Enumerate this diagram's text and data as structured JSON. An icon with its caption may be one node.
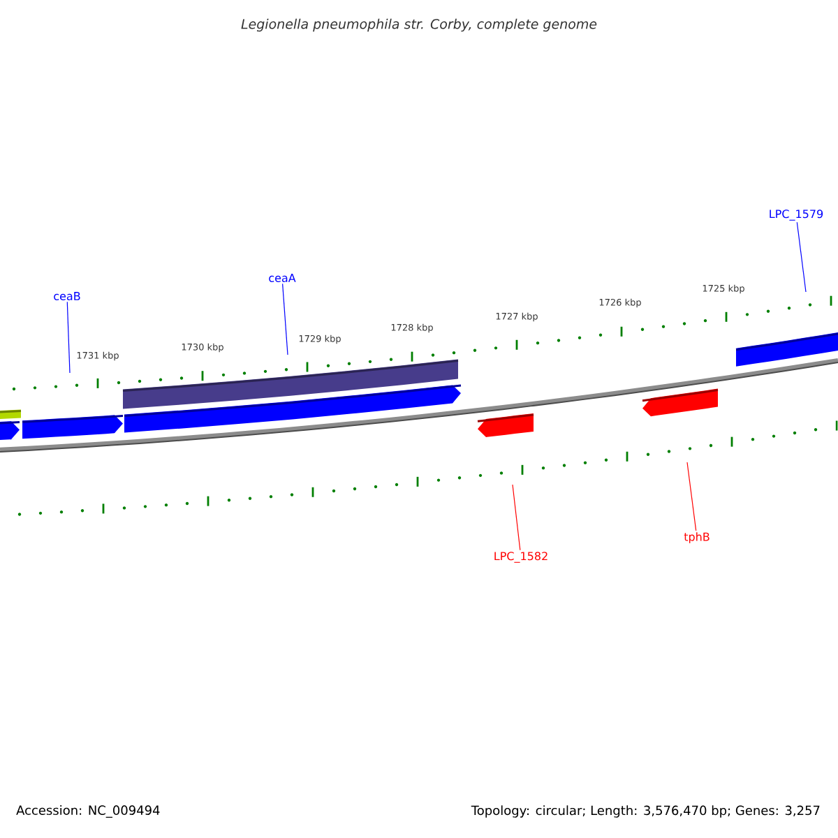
{
  "diagram": {
    "title": "Legionella pneumophila str. Corby, complete genome",
    "nodes": [
      {
        "text": [
          "ceaB"
        ]
      },
      {
        "text": [
          "ceaA"
        ]
      },
      {
        "text": [
          "LPC_1579"
        ]
      },
      {
        "text": [
          "LPC_1582"
        ]
      },
      {
        "text": [
          "tphB"
        ]
      }
    ],
    "edges": [
      {
        "from": 0,
        "to": null,
        "arrow": "none"
      },
      {
        "from": 1,
        "to": null,
        "arrow": "none"
      },
      {
        "from": 2,
        "to": null,
        "arrow": "none"
      },
      {
        "from": 3,
        "to": null,
        "arrow": "none",
        "color": "#ff0000"
      },
      {
        "from": 4,
        "to": null,
        "arrow": "none",
        "color": "#ff0000"
      }
    ],
    "labels": [
      "1731 kbp",
      "1730 kbp",
      "1729 kbp",
      "1728 kbp",
      "1727 kbp",
      "1726 kbp",
      "1725 kbp",
      "Accession: NC_009494",
      "Topology: circular; Length: 3,576,470 bp; Genes: 3,257"
    ]
  }
}
